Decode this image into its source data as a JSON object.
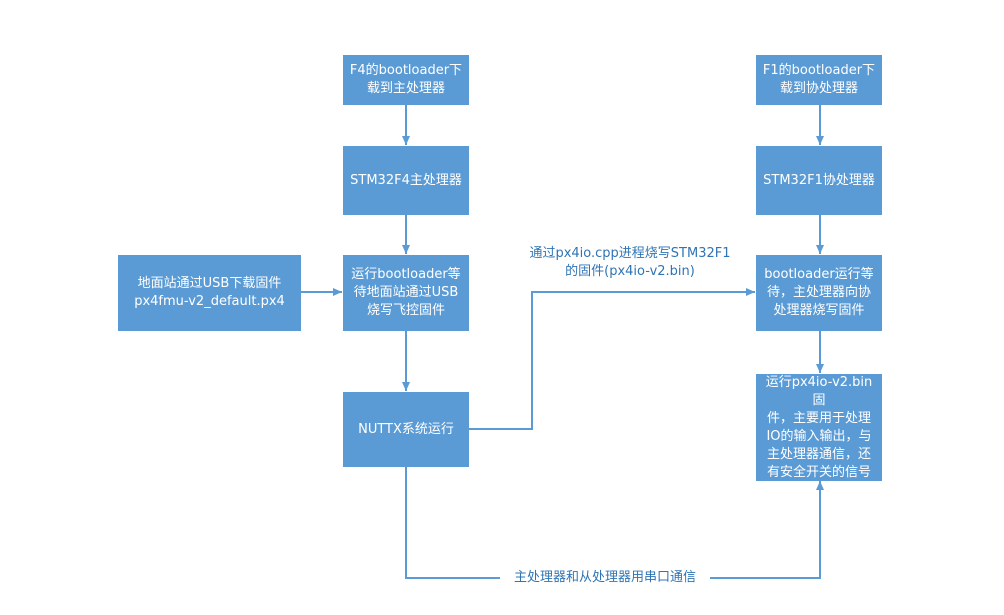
{
  "nodes": {
    "f4_bootloader": "F4的bootloader下\n载到主处理器",
    "stm32f4": "STM32F4主处理器",
    "run_bootloader": "运行bootloader等\n待地面站通过USB\n烧写飞控固件",
    "ground_station": "地面站通过USB下载固件\npx4fmu-v2_default.px4",
    "nuttx": "NUTTX系统运行",
    "f1_bootloader": "F1的bootloader下\n载到协处理器",
    "stm32f1": "STM32F1协处理器",
    "bootloader_wait": "bootloader运行等\n待，主处理器向协\n处理器烧写固件",
    "run_px4io": "运行px4io-v2.bin固\n件，主要用于处理\nIO的输入输出，与\n主处理器通信，还\n有安全开关的信号"
  },
  "edge_labels": {
    "burn_label": "通过px4io.cpp进程烧写STM32F1\n的固件(px4io-v2.bin)",
    "serial_label": "主处理器和从处理器用串口通信"
  },
  "colors": {
    "box_fill": "#5b9bd5",
    "box_text": "#ffffff",
    "line": "#5b9bd5",
    "label_text": "#2f74b5"
  }
}
